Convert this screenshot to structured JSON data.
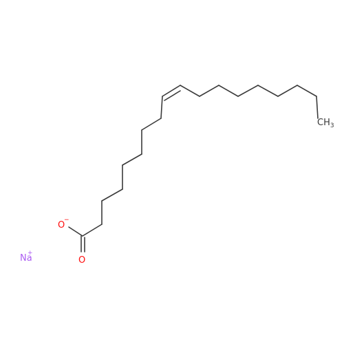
{
  "molecule": {
    "atoms": {
      "methyl": "CH",
      "methyl_sub": "3",
      "oxygen_minus": "O",
      "charge_minus": "−",
      "oxygen_double": "O",
      "sodium": "Na",
      "charge_plus": "+"
    },
    "colors": {
      "bond": "#3a3a3a",
      "carbon_label": "#3a3a3a",
      "oxygen": "#ff0d0d",
      "sodium": "#ab5cf2"
    }
  }
}
